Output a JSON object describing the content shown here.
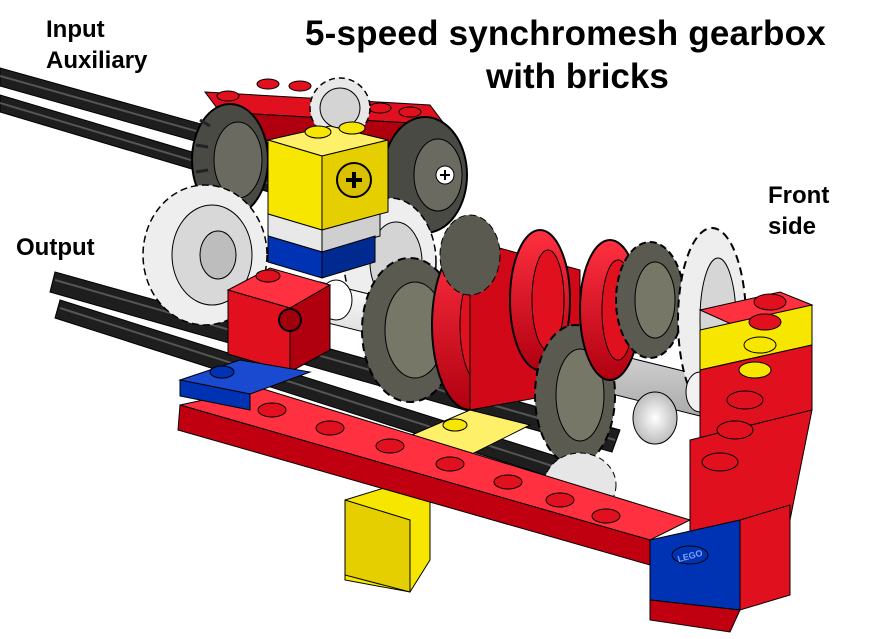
{
  "title": {
    "line1": "5-speed synchromesh gearbox",
    "line2": "with bricks"
  },
  "labels": {
    "input_line1": "Input",
    "input_line2": "Auxiliary",
    "output": "Output",
    "front_line1": "Front",
    "front_line2": "side"
  },
  "brand_mark": "LEGO",
  "colors": {
    "red": "#e0101e",
    "yellow": "#f7e600",
    "blue": "#0033b4",
    "dark_gray": "#5a5a50",
    "light_gray": "#e6e6e6",
    "axle": "#2a2a2a"
  }
}
